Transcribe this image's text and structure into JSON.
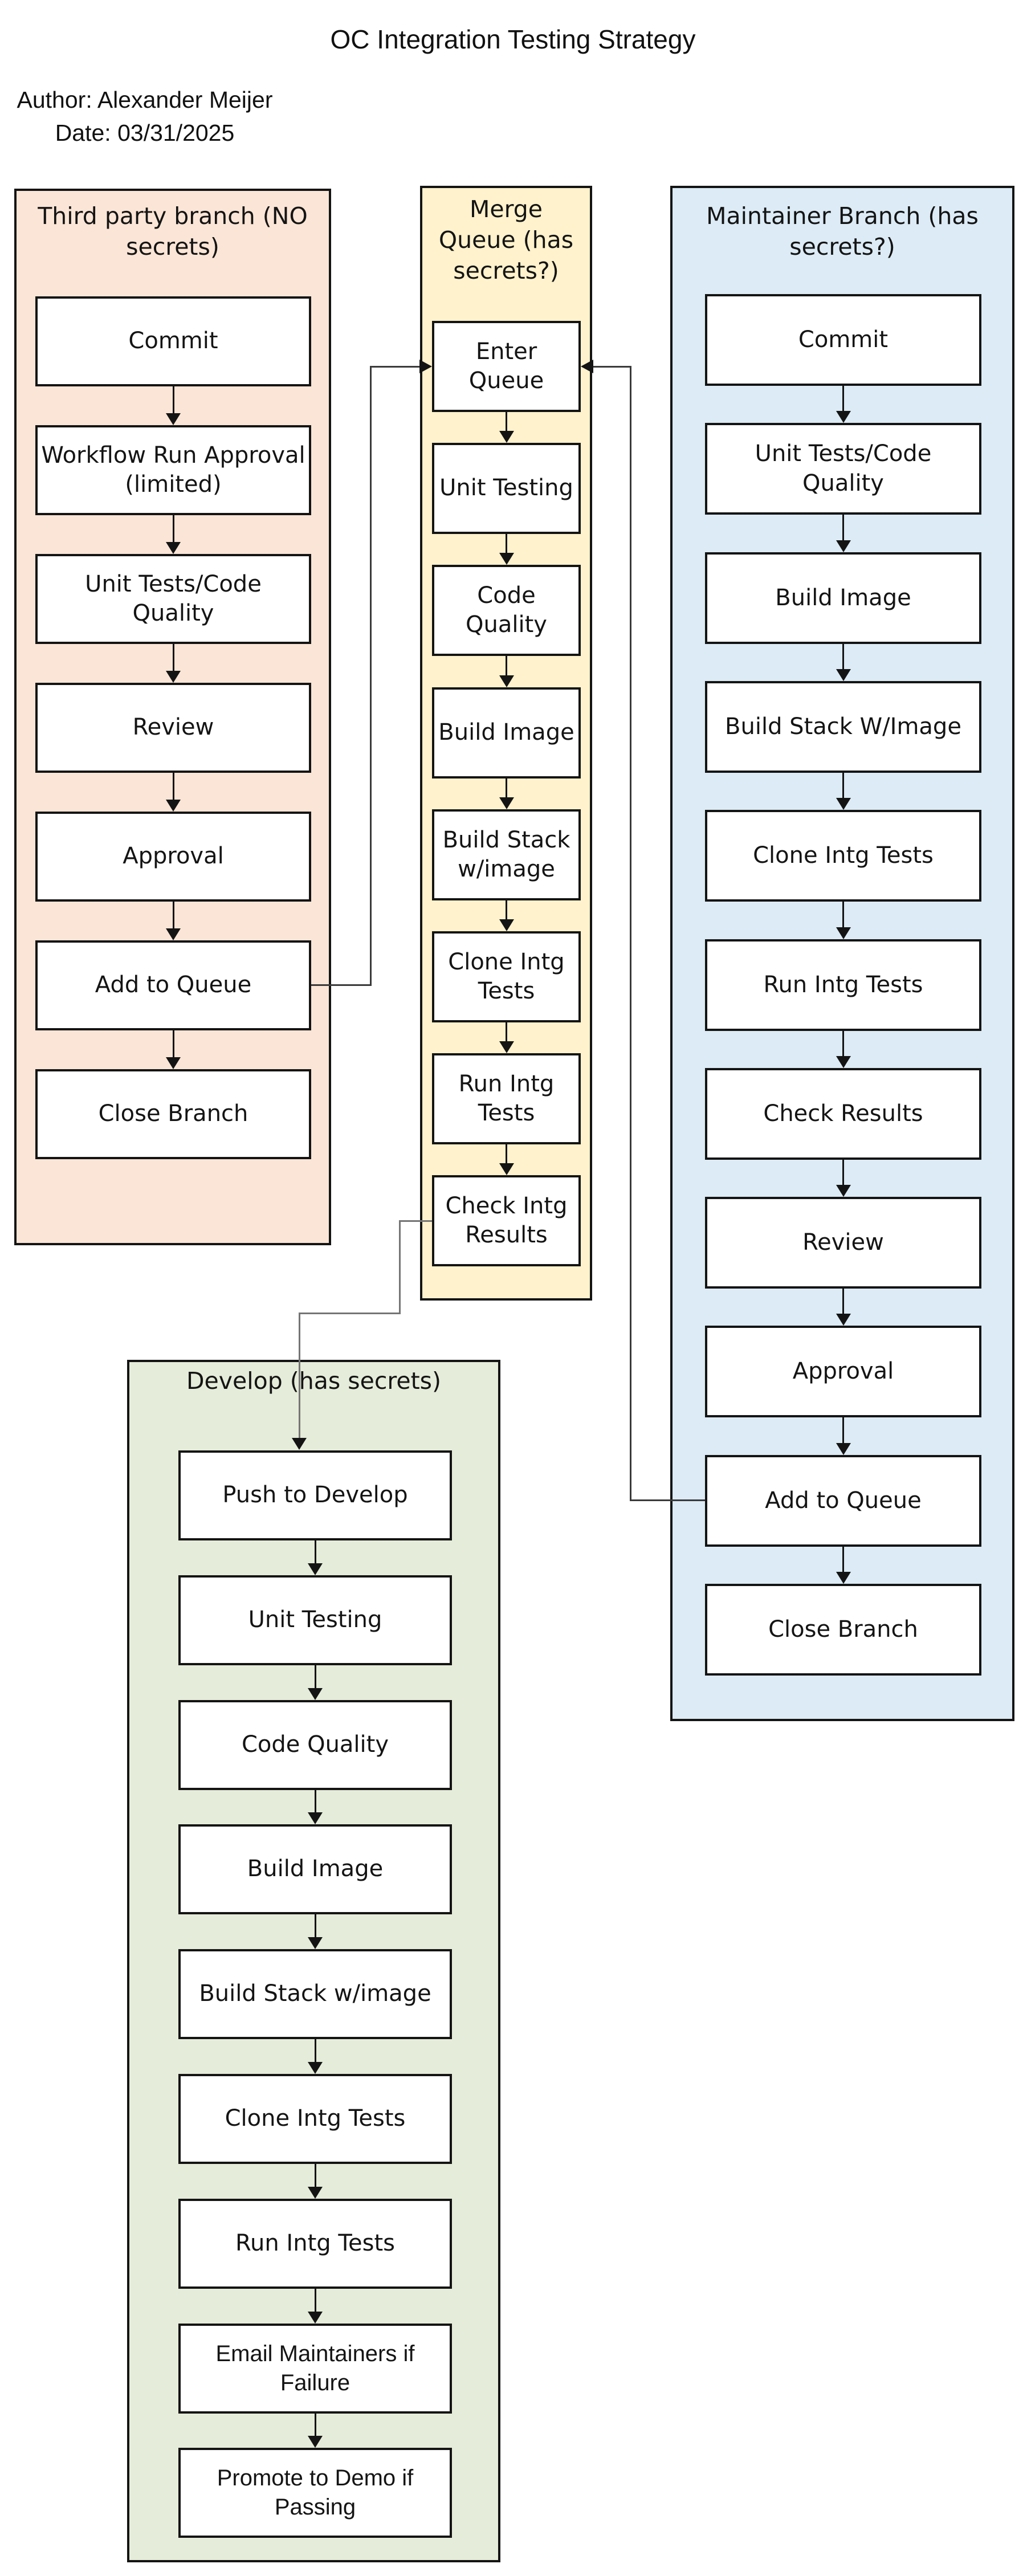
{
  "page_title": "OC Integration Testing Strategy",
  "byline": {
    "author": "Author: Alexander Meijer",
    "date": "Date: 03/31/2025"
  },
  "colors": {
    "third_party_fill": "#fbe5d6",
    "merge_queue_fill": "#fff2cc",
    "maintainer_fill": "#dcebf5",
    "develop_fill": "#e5ecd9",
    "box_fill": "#ffffff",
    "outline": "#141414",
    "connector_dark": "#3a3a3a",
    "connector_gray": "#757575"
  },
  "columns": [
    {
      "id": "third-party",
      "header": "Third party branch (NO secrets)",
      "header_lines": [
        "Third party branch (NO",
        "secrets)"
      ],
      "fill": "#fbe5d6",
      "steps": [
        "Commit",
        "Workflow Run Approval (limited)",
        "Unit Tests/Code Quality",
        "Review",
        "Approval",
        "Add to Queue",
        "Close Branch"
      ]
    },
    {
      "id": "merge-queue",
      "header": "Merge Queue (has secrets?)",
      "header_lines": [
        "Merge",
        "Queue (has",
        "secrets?)"
      ],
      "fill": "#fff2cc",
      "steps": [
        "Enter Queue",
        "Unit Testing",
        "Code Quality",
        "Build Image",
        "Build Stack w/image",
        "Clone Intg Tests",
        "Run Intg Tests",
        "Check Intg Results"
      ]
    },
    {
      "id": "maintainer",
      "header": "Maintainer Branch (has secrets?)",
      "header_lines": [
        "Maintainer Branch (has",
        "secrets?)"
      ],
      "fill": "#dcebf5",
      "steps": [
        "Commit",
        "Unit Tests/Code Quality",
        "Build Image",
        "Build Stack W/Image",
        "Clone Intg Tests",
        "Run Intg Tests",
        "Check Results",
        "Review",
        "Approval",
        "Add to Queue",
        "Close Branch"
      ]
    },
    {
      "id": "develop",
      "header": "Develop (has secrets)",
      "header_lines": [
        "Develop (has secrets)"
      ],
      "fill": "#e5ecd9",
      "steps": [
        "Push to Develop",
        "Unit Testing",
        "Code Quality",
        "Build Image",
        "Build Stack w/image",
        "Clone Intg Tests",
        "Run Intg Tests",
        "Email Maintainers if Failure",
        "Promote to Demo if Passing"
      ]
    }
  ],
  "connectors": [
    {
      "id": "third-party-to-merge",
      "from": "third-party: Add to Queue",
      "to": "merge-queue: Enter Queue"
    },
    {
      "id": "maintainer-to-merge",
      "from": "maintainer: Add to Queue",
      "to": "merge-queue: Enter Queue"
    },
    {
      "id": "merge-to-develop",
      "from": "merge-queue: Check Intg Results",
      "to": "develop: Push to Develop"
    }
  ]
}
